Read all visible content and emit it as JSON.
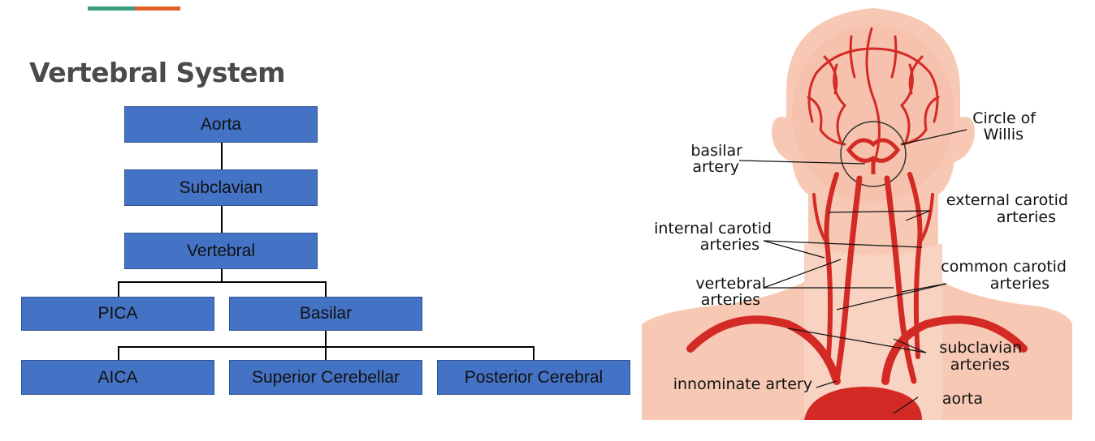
{
  "slide": {
    "title": "Vertebral System"
  },
  "colors": {
    "box_fill": "#4472c4",
    "accent_green": "#3a9a7f",
    "accent_orange": "#e0622a",
    "artery": "#d42a26",
    "skin": "#f7c9b5"
  },
  "flowchart": {
    "aorta": "Aorta",
    "subclavian": "Subclavian",
    "vertebral": "Vertebral",
    "pica": "PICA",
    "basilar": "Basilar",
    "aica": "AICA",
    "superior_cerebellar": "Superior Cerebellar",
    "posterior_cerebral": "Posterior Cerebral"
  },
  "anatomy_labels": {
    "circle_of_willis_1": "Circle of",
    "circle_of_willis_2": "Willis",
    "basilar_1": "basilar",
    "basilar_2": "artery",
    "external_carotid_1": "external carotid",
    "external_carotid_2": "arteries",
    "internal_carotid_1": "internal carotid",
    "internal_carotid_2": "arteries",
    "common_carotid_1": "common carotid",
    "common_carotid_2": "arteries",
    "vertebral_1": "vertebral",
    "vertebral_2": "arteries",
    "subclavian_1": "subclavian",
    "subclavian_2": "arteries",
    "innominate": "innominate artery",
    "aorta": "aorta"
  }
}
